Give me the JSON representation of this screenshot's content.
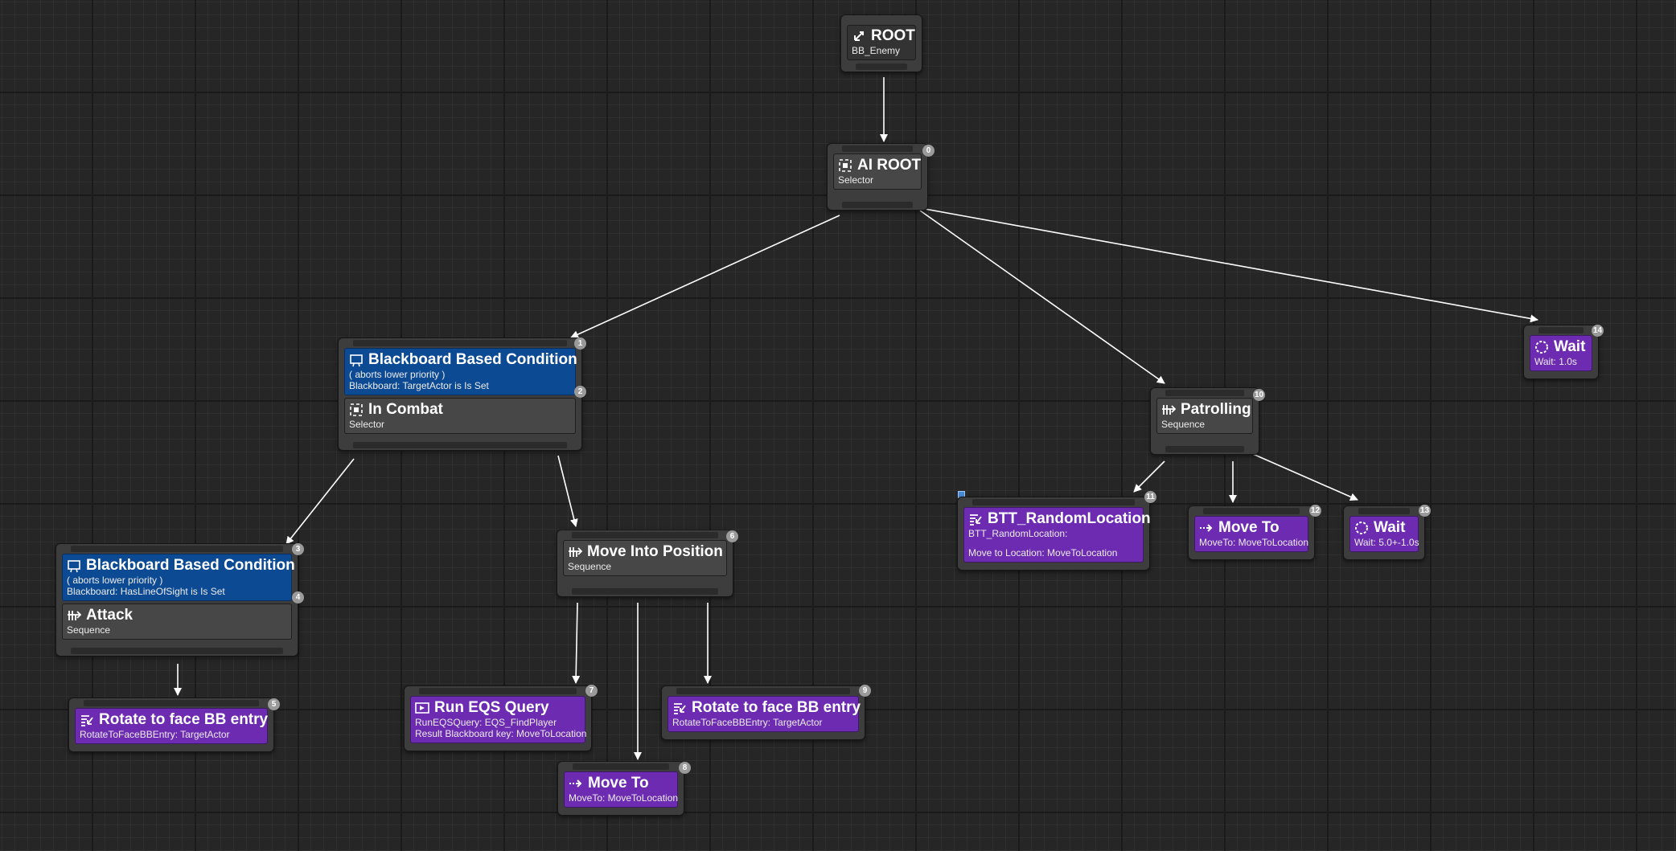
{
  "root": {
    "title": "ROOT",
    "blackboard": "BB_Enemy"
  },
  "ai_root": {
    "title": "AI ROOT",
    "type": "Selector",
    "index": "0"
  },
  "in_combat": {
    "decorator": {
      "title": "Blackboard Based Condition",
      "abort": "( aborts lower priority )",
      "detail": "Blackboard: TargetActor is Is Set",
      "index": "1"
    },
    "title": "In Combat",
    "type": "Selector",
    "index": "2"
  },
  "attack": {
    "decorator": {
      "title": "Blackboard Based Condition",
      "abort": "( aborts lower priority )",
      "detail": "Blackboard: HasLineOfSight is Is Set",
      "index": "3"
    },
    "title": "Attack",
    "type": "Sequence",
    "index": "4"
  },
  "rotate1": {
    "title": "Rotate to face BB entry",
    "detail": "RotateToFaceBBEntry: TargetActor",
    "index": "5"
  },
  "move_into_position": {
    "title": "Move Into Position",
    "type": "Sequence",
    "index": "6"
  },
  "run_eqs": {
    "title": "Run EQS Query",
    "detail1": "RunEQSQuery: EQS_FindPlayer",
    "detail2": "Result Blackboard key: MoveToLocation",
    "index": "7"
  },
  "move_to1": {
    "title": "Move To",
    "detail": "MoveTo: MoveToLocation",
    "index": "8"
  },
  "rotate2": {
    "title": "Rotate to face BB entry",
    "detail": "RotateToFaceBBEntry: TargetActor",
    "index": "9"
  },
  "patrolling": {
    "title": "Patrolling",
    "type": "Sequence",
    "index": "10"
  },
  "btt_random": {
    "title": "BTT_RandomLocation",
    "detail1": "BTT_RandomLocation:",
    "detail2": "Move to Location: MoveToLocation",
    "index": "11"
  },
  "move_to2": {
    "title": "Move To",
    "detail": "MoveTo: MoveToLocation",
    "index": "12"
  },
  "wait1": {
    "title": "Wait",
    "detail": "Wait: 5.0+-1.0s",
    "index": "13"
  },
  "wait2": {
    "title": "Wait",
    "detail": "Wait: 1.0s",
    "index": "14"
  },
  "colors": {
    "decorator": "#0d4a94",
    "task": "#6c2bb1",
    "composite": "#474747",
    "edge": "#ffffff"
  }
}
